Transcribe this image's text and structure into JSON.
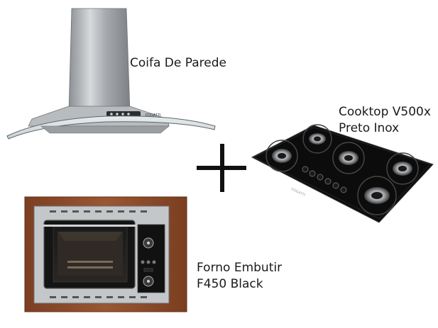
{
  "labels": {
    "hood": "Coifa De Parede",
    "cooktop_line1": "Cooktop V500x",
    "cooktop_line2": "Preto Inox",
    "oven_line1": "Forno Embutir",
    "oven_line2": "F450 Black"
  },
  "brand_marks": {
    "hood": "FOGATTI",
    "cooktop": "FOGATTI"
  },
  "icons": [
    "plus-icon"
  ],
  "colors": {
    "background": "#ffffff",
    "text": "#1a1a1a",
    "wood": "#8a4b2a",
    "steel": "#b9bcbf",
    "glass_black": "#111111"
  }
}
